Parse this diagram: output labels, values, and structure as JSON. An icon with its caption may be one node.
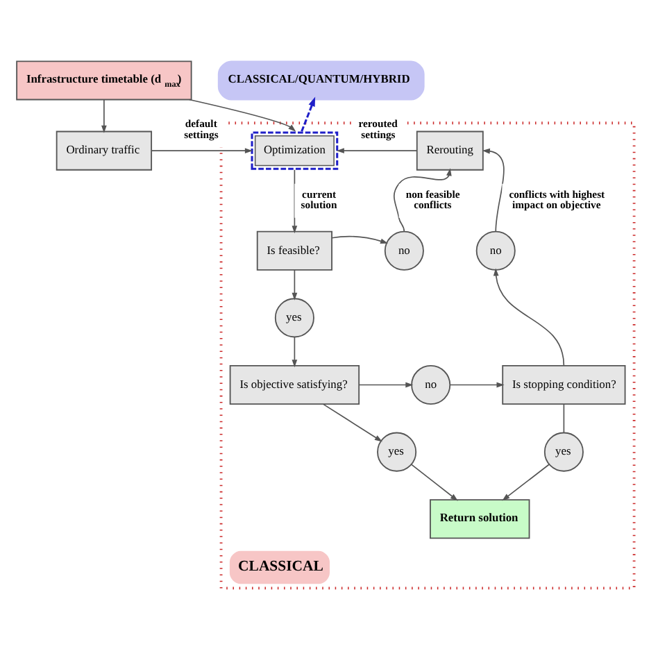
{
  "diagram": {
    "nodes": [
      {
        "text": [
          "Infrastructure timetable (d$_{max}$)"
        ]
      },
      {
        "text": [
          "CLASSICAL/QUANTUM/HYBRID"
        ]
      },
      {
        "text": [
          "Ordinary traffic"
        ]
      },
      {
        "text": [
          "CLASSICAL"
        ]
      },
      {
        "text": [
          "Optimization"
        ],
        "in": 3
      },
      {
        "text": [
          "Rerouting"
        ],
        "in": 3
      },
      {
        "text": [
          "Is feasible?"
        ],
        "in": 3
      },
      {
        "text": [
          "no"
        ],
        "in": 3
      },
      {
        "text": [
          "no"
        ],
        "in": 3
      },
      {
        "text": [
          "yes"
        ],
        "in": 3
      },
      {
        "text": [
          "Is objective satisfying?"
        ],
        "in": 3
      },
      {
        "text": [
          "no"
        ],
        "in": 3
      },
      {
        "text": [
          "Is stopping condition?"
        ],
        "in": 3
      },
      {
        "text": [
          "yes"
        ],
        "in": 3
      },
      {
        "text": [
          "Return solution"
        ],
        "in": 3
      },
      {
        "text": [
          "yes"
        ],
        "in": 3
      }
    ],
    "edges": [
      {
        "from": 0,
        "to": 2,
        "arrow": "to"
      },
      {
        "from": 0,
        "to": 4,
        "arrow": "to"
      },
      {
        "from": 4,
        "to": 1,
        "arrow": "to",
        "style": "dashed",
        "color": "#1f1fc8"
      },
      {
        "from": 2,
        "to": 4,
        "arrow": "to",
        "label": "default settings"
      },
      {
        "from": 5,
        "to": 4,
        "arrow": "to",
        "label": "rerouted settings"
      },
      {
        "from": 4,
        "to": 6,
        "arrow": "to",
        "label": "current solution"
      },
      {
        "from": 6,
        "to": 7,
        "arrow": "to"
      },
      {
        "from": 7,
        "to": 5,
        "arrow": "to",
        "label": "non feasible conflicts"
      },
      {
        "from": 6,
        "to": 9,
        "arrow": "to"
      },
      {
        "from": 9,
        "to": 10,
        "arrow": "to"
      },
      {
        "from": 10,
        "to": 11,
        "arrow": "to"
      },
      {
        "from": 11,
        "to": 12,
        "arrow": "to"
      },
      {
        "from": 12,
        "to": 8,
        "arrow": "to"
      },
      {
        "from": 8,
        "to": 5,
        "arrow": "to",
        "label": "conflicts with highest impact on objective"
      },
      {
        "from": 10,
        "to": 13,
        "arrow": "to"
      },
      {
        "from": 13,
        "to": 14,
        "arrow": "to"
      },
      {
        "from": 12,
        "to": 15,
        "arrow": "none"
      },
      {
        "from": 15,
        "to": 14,
        "arrow": "to"
      }
    ]
  }
}
